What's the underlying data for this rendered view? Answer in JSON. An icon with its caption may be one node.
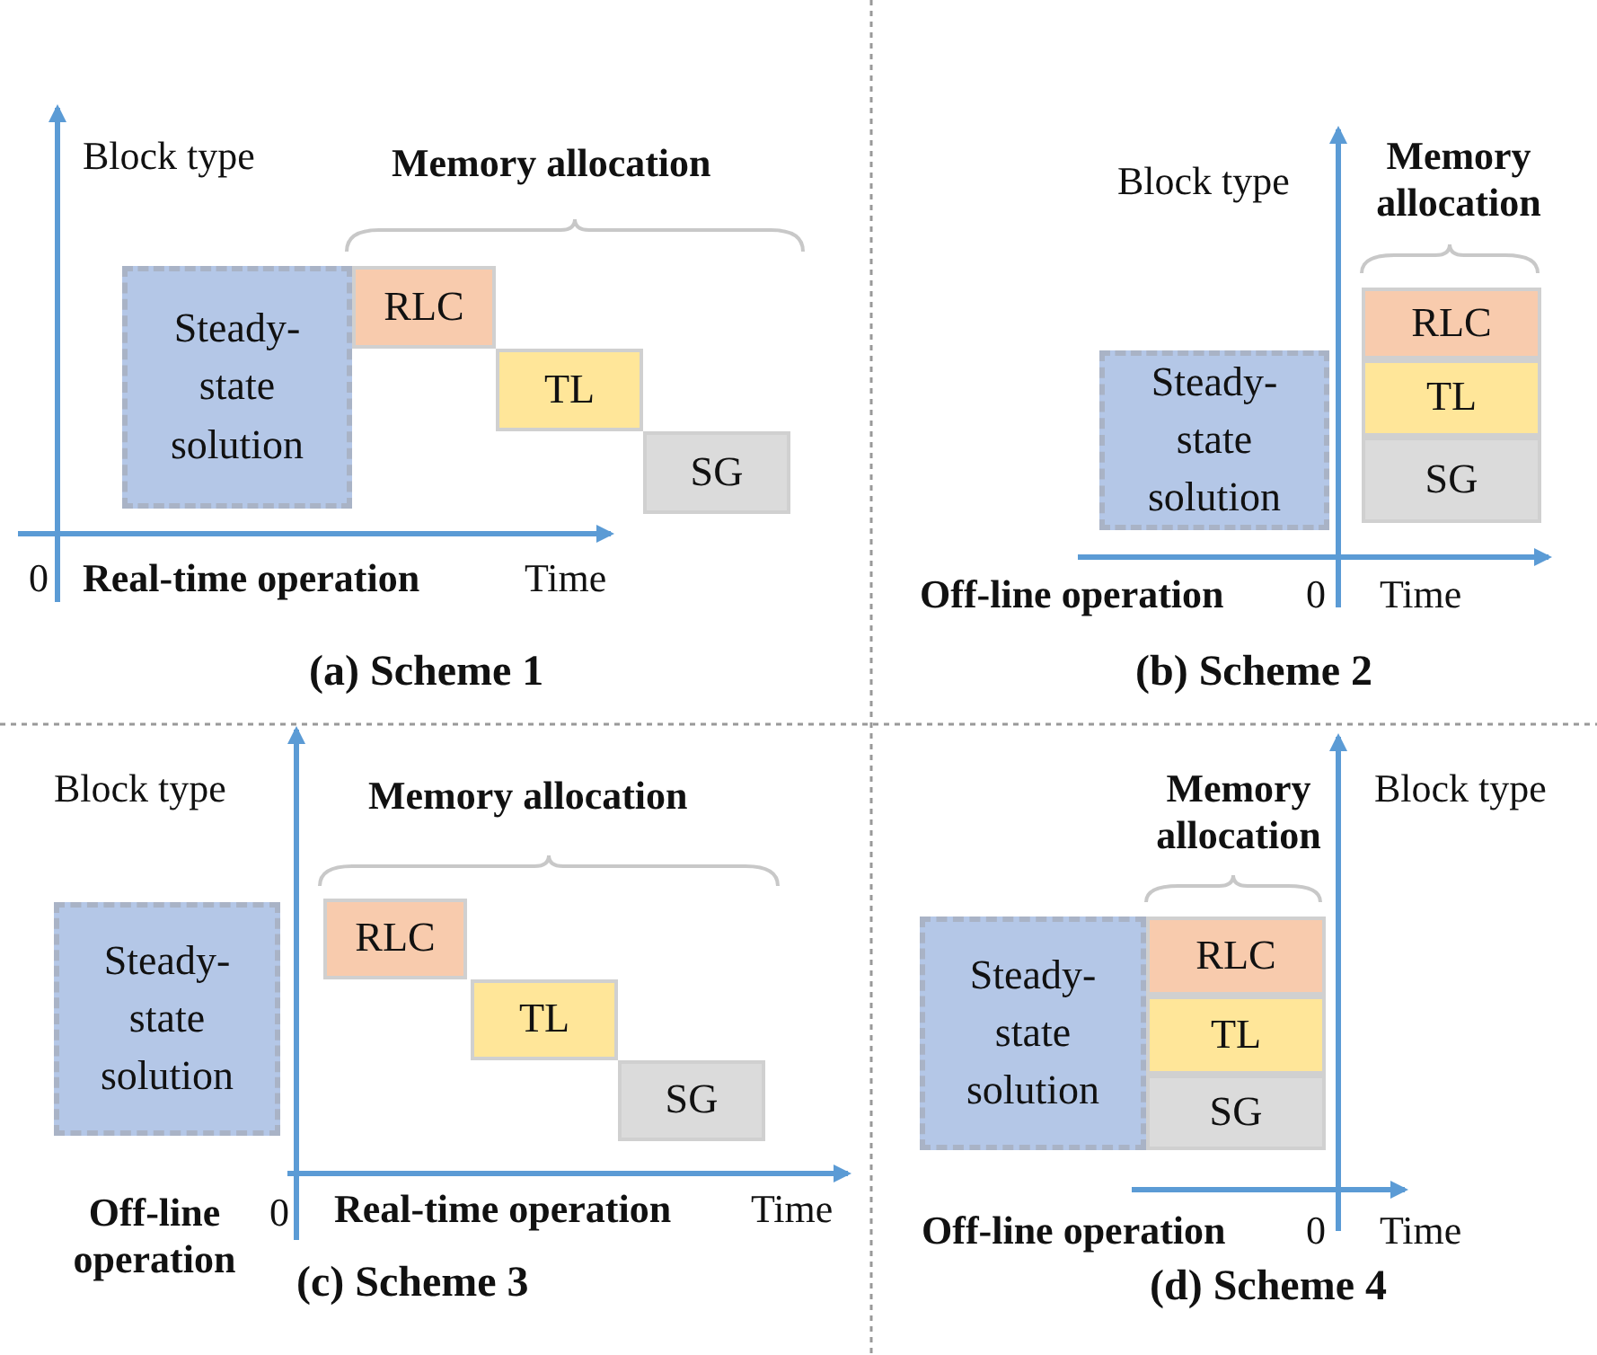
{
  "diagram": {
    "nodes": [
      {
        "text": [
          "Steady-state solution"
        ]
      },
      {
        "text": [
          "RLC"
        ]
      },
      {
        "text": [
          "TL"
        ]
      },
      {
        "text": [
          "SG"
        ]
      },
      {
        "text": [
          "Steady-state solution"
        ]
      },
      {
        "text": [
          "RLC"
        ]
      },
      {
        "text": [
          "TL"
        ]
      },
      {
        "text": [
          "SG"
        ]
      },
      {
        "text": [
          "Steady-state solution"
        ]
      },
      {
        "text": [
          "RLC"
        ]
      },
      {
        "text": [
          "TL"
        ]
      },
      {
        "text": [
          "SG"
        ]
      },
      {
        "text": [
          "Steady-state solution"
        ]
      },
      {
        "text": [
          "RLC"
        ]
      },
      {
        "text": [
          "TL"
        ]
      },
      {
        "text": [
          "SG"
        ]
      }
    ],
    "edges": [],
    "labels": [
      "Block type",
      "Memory allocation",
      "0",
      "Real-time operation",
      "Time",
      "(a) Scheme 1",
      "Memory allocation",
      "Block type",
      "Off-line operation",
      "0",
      "Time",
      "(b) Scheme 2",
      "Block type",
      "Memory allocation",
      "Off-line operation",
      "0",
      "Real-time operation",
      "Time",
      "(c) Scheme 3",
      "Memory allocation",
      "Block type",
      "Off-line operation",
      "0",
      "Time",
      "(d) Scheme 4"
    ]
  }
}
